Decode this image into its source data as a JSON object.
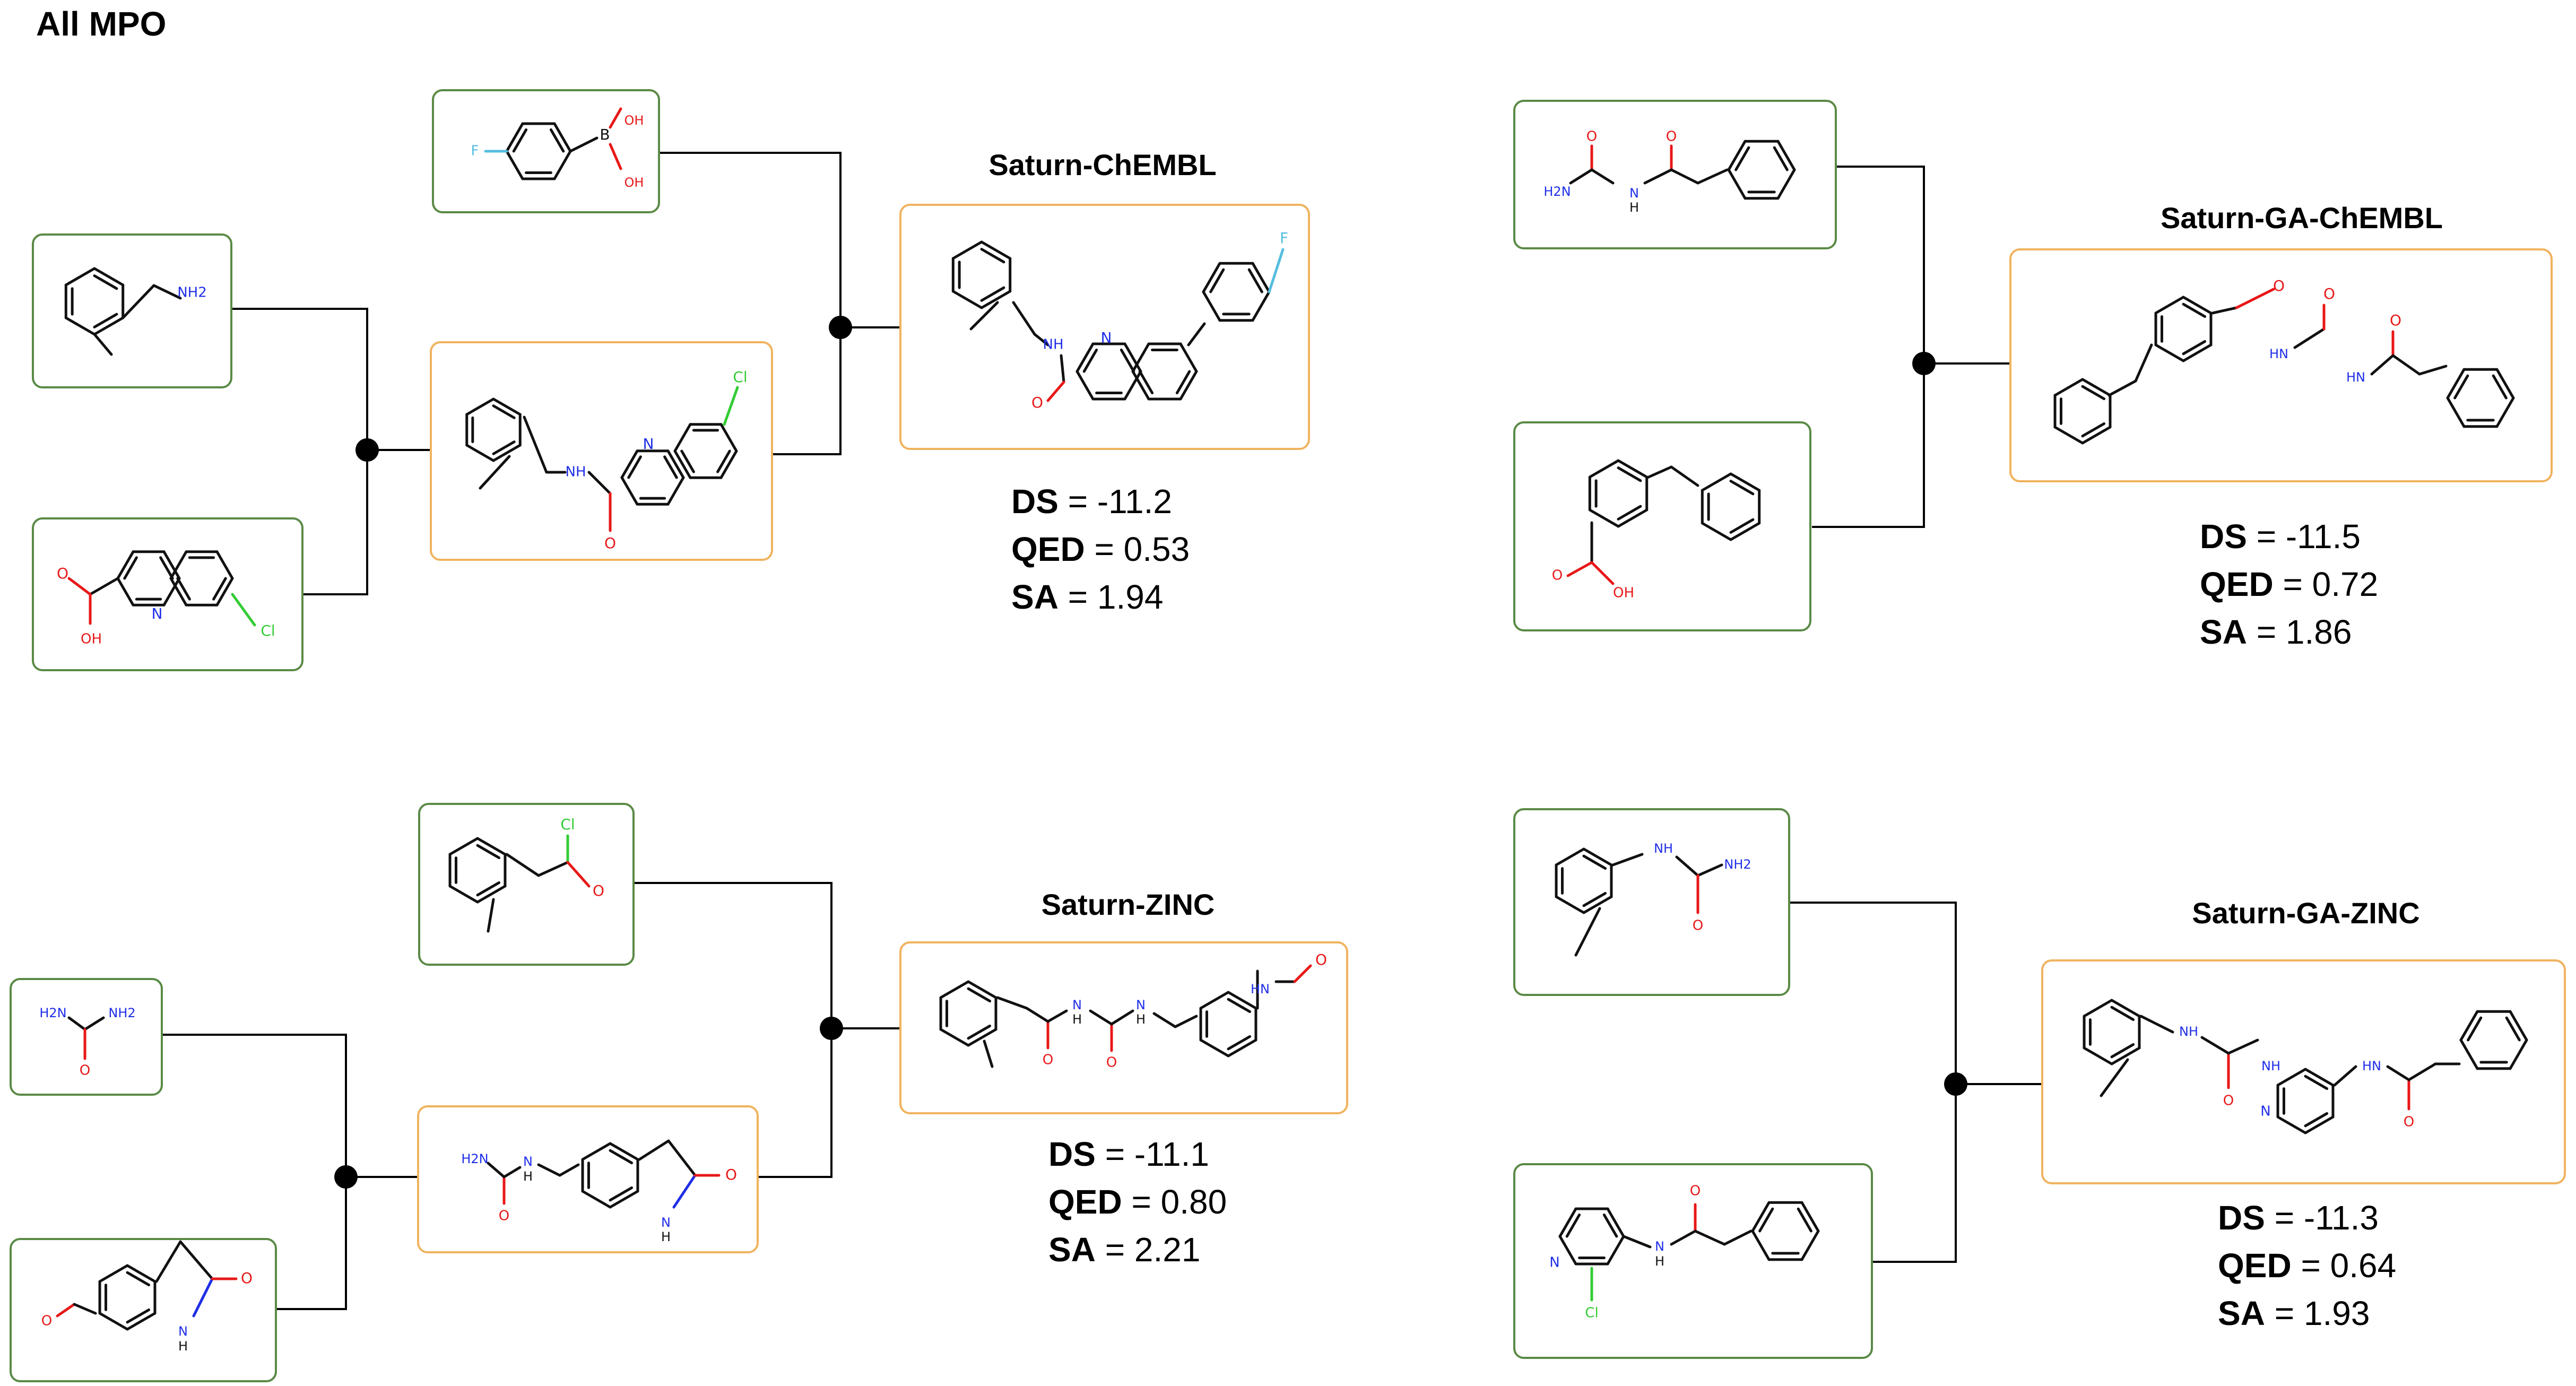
{
  "title": "All MPO",
  "colors": {
    "reactant_border": "#5a8a45",
    "product_border": "#f0b35e",
    "carbon": "#111111",
    "nitrogen": "#1f2ee8",
    "oxygen": "#e81818",
    "fluorine": "#55bde0",
    "chlorine": "#33cc33"
  },
  "panels": [
    {
      "id": "saturn-chembl",
      "method": "Saturn-ChEMBL",
      "metrics": {
        "ds_label": "DS",
        "ds_value": "-11.2",
        "qed_label": "QED",
        "qed_value": "0.53",
        "sa_label": "SA",
        "sa_value": "1.94"
      },
      "molecules": {
        "r1": {
          "atoms": [
            "NH2"
          ]
        },
        "r2": {
          "atoms": [
            "O",
            "OH",
            "N",
            "Cl"
          ]
        },
        "intermediate": {
          "atoms": [
            "NH",
            "O",
            "N",
            "Cl"
          ]
        },
        "r3": {
          "atoms": [
            "F",
            "B",
            "OH",
            "OH"
          ]
        },
        "product": {
          "atoms": [
            "NH",
            "O",
            "N",
            "F"
          ]
        }
      }
    },
    {
      "id": "saturn-ga-chembl",
      "method": "Saturn-GA-ChEMBL",
      "metrics": {
        "ds_label": "DS",
        "ds_value": "-11.5",
        "qed_label": "QED",
        "qed_value": "0.72",
        "sa_label": "SA",
        "sa_value": "1.86"
      },
      "molecules": {
        "r1": {
          "atoms": [
            "O",
            "O",
            "H2N",
            "N",
            "H"
          ]
        },
        "r2": {
          "atoms": [
            "O",
            "OH"
          ]
        },
        "product": {
          "atoms": [
            "O",
            "O",
            "O",
            "HN",
            "HN"
          ]
        }
      }
    },
    {
      "id": "saturn-zinc",
      "method": "Saturn-ZINC",
      "metrics": {
        "ds_label": "DS",
        "ds_value": "-11.1",
        "qed_label": "QED",
        "qed_value": "0.80",
        "sa_label": "SA",
        "sa_value": "2.21"
      },
      "molecules": {
        "r1": {
          "atoms": [
            "H2N",
            "NH2",
            "O"
          ]
        },
        "r2": {
          "atoms": [
            "O",
            "N",
            "H",
            "O"
          ]
        },
        "intermediate": {
          "atoms": [
            "H2N",
            "N",
            "H",
            "O",
            "N",
            "H",
            "O"
          ]
        },
        "r3": {
          "atoms": [
            "Cl",
            "O"
          ]
        },
        "product": {
          "atoms": [
            "O",
            "N",
            "H",
            "O",
            "N",
            "H",
            "HN",
            "O"
          ]
        }
      }
    },
    {
      "id": "saturn-ga-zinc",
      "method": "Saturn-GA-ZINC",
      "metrics": {
        "ds_label": "DS",
        "ds_value": "-11.3",
        "qed_label": "QED",
        "qed_value": "0.64",
        "sa_label": "SA",
        "sa_value": "1.93"
      },
      "molecules": {
        "r1": {
          "atoms": [
            "NH",
            "NH2",
            "O"
          ]
        },
        "r2": {
          "atoms": [
            "N",
            "Cl",
            "N",
            "H",
            "O"
          ]
        },
        "product": {
          "atoms": [
            "NH",
            "NH",
            "HN",
            "O",
            "O",
            "N"
          ]
        }
      }
    }
  ]
}
